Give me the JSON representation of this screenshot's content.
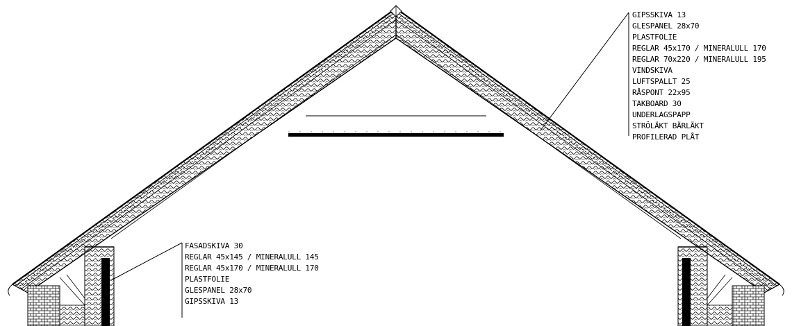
{
  "roof_layers": [
    "GIPSSKIVA 13",
    "GLESPANEL 28x70",
    "PLASTFOLIE",
    "REGLAR 45x170 / MINERALULL 170",
    "REGLAR 70x220 / MINERALULL 195",
    "VINDSKIVA",
    "LUFTSPALLT 25",
    "RÅSPONT 22x95",
    "TAKBOARD 30",
    "UNDERLAGSPAPP",
    "STRÖLÄKT BÄRLÄKT",
    "PROFILERAD PLÅT"
  ],
  "wall_layers": [
    "FASADSKIVA 30",
    "REGLAR 45x145 / MINERALULL 145",
    "REGLAR 45x170 / MINERALULL 170",
    "PLASTFOLIE",
    "GLESPANEL 28x70",
    "GIPSSKIVA 13"
  ],
  "colors": {
    "line": "#000000",
    "background": "#ffffff"
  }
}
